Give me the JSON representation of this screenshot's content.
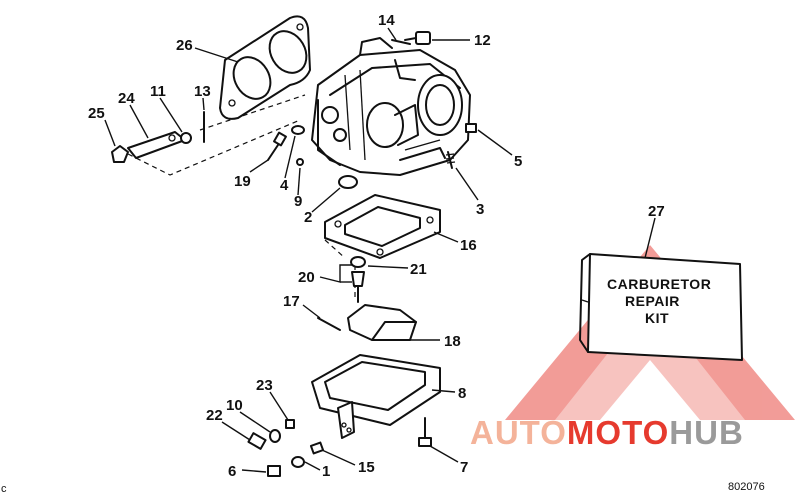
{
  "callouts": [
    "1",
    "2",
    "3",
    "4",
    "5",
    "6",
    "7",
    "8",
    "9",
    "10",
    "11",
    "12",
    "13",
    "14",
    "15",
    "16",
    "17",
    "18",
    "19",
    "20",
    "21",
    "22",
    "23",
    "24",
    "25",
    "26",
    "27"
  ],
  "kit_box": {
    "line1": "CARBURETOR",
    "line2": "REPAIR",
    "line3": "KIT"
  },
  "diagram_code": "802076",
  "edge_letter": "c",
  "watermark": {
    "part1": "AUTO",
    "part2": "MOTO",
    "part3": "HUB",
    "color_light": "#f4b39a",
    "color_red": "#e63a2e",
    "color_gray": "#9a9a9a"
  }
}
